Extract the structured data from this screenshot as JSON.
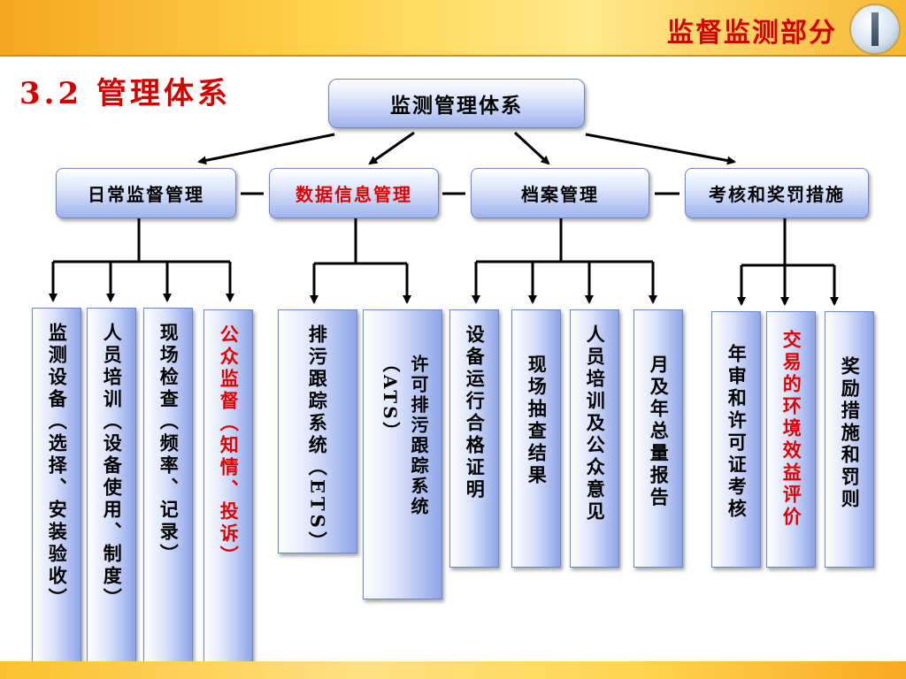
{
  "header": {
    "title": "监督监测部分"
  },
  "section_title": "3.2 管理体系",
  "root": {
    "label": "监测管理体系"
  },
  "categories": [
    {
      "label": "日常监督管理"
    },
    {
      "label": "数据信息管理"
    },
    {
      "label": "档案管理"
    },
    {
      "label": "考核和奖罚措施"
    }
  ],
  "leaves": [
    {
      "label": "监测设备（选择、安装验收）"
    },
    {
      "label": "人员培训（设备使用、制度）"
    },
    {
      "label": "现场检查（频率、记录）"
    },
    {
      "label": "公众监督（知情、投诉）"
    },
    {
      "label": "排污跟踪系统（ETS）"
    },
    {
      "label_line1": "许可排污跟踪系统",
      "label_line2": "（ATS）"
    },
    {
      "label": "设备运行合格证明"
    },
    {
      "label": "现场抽查结果"
    },
    {
      "label": "人员培训及公众意见"
    },
    {
      "label": "月及年总量报告"
    },
    {
      "label": "年审和许可证考核"
    },
    {
      "label_part1": "交易",
      "label_part2": "的环境效益评价"
    },
    {
      "label": "奖励措施和罚则"
    }
  ],
  "colors": {
    "accent": "#d40000",
    "box_border": "#6f86c8",
    "box_fill": "#9fb4ee",
    "bar": "#f5a623"
  }
}
